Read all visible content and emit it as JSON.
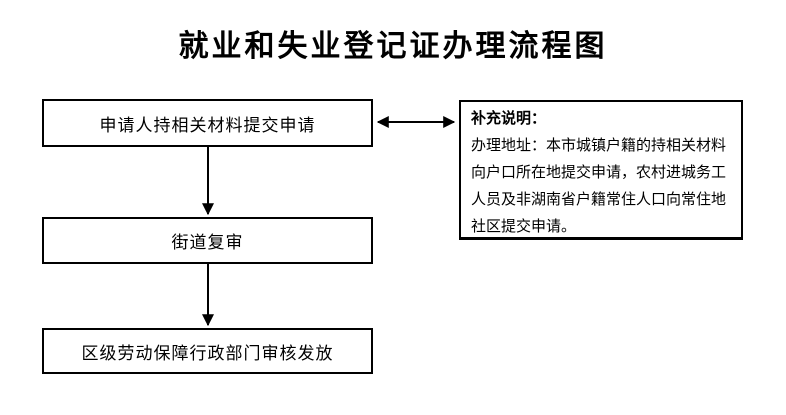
{
  "page": {
    "title": "就业和失业登记证办理流程图",
    "background_color": "#ffffff",
    "line_color": "#000000",
    "text_color": "#000000"
  },
  "flow": {
    "steps": [
      {
        "label": "申请人持相关材料提交申请"
      },
      {
        "label": "街道复审"
      },
      {
        "label": "区级劳动保障行政部门审核发放"
      }
    ],
    "connectors": [
      {
        "name": "arrow-step1-to-step2",
        "type": "arrow-down"
      },
      {
        "name": "arrow-step2-to-step3",
        "type": "arrow-down"
      },
      {
        "name": "double-arrow-step1-to-note",
        "type": "double-headed-horizontal"
      }
    ]
  },
  "note": {
    "heading": "补充说明：",
    "body": "办理地址：本市城镇户籍的持相关材料\n向户口所在地提交申请，农村进城务工\n人员及非湖南省户籍常住人口向常住地\n社区提交申请。"
  }
}
